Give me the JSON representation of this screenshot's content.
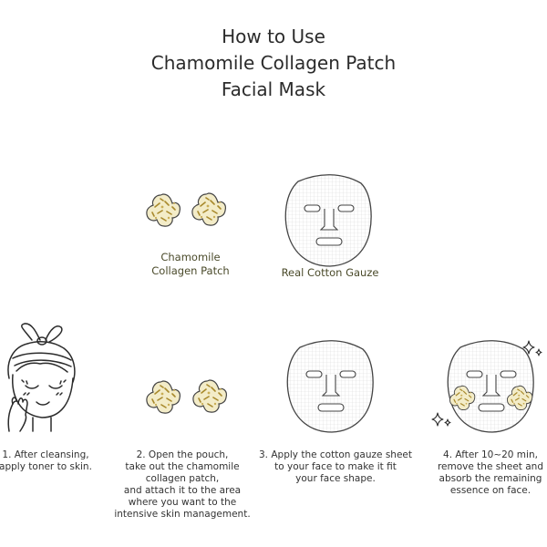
{
  "title": {
    "line1": "How to Use",
    "line2": "Chamomile Collagen Patch",
    "line3": "Facial Mask"
  },
  "labels": {
    "patch_line1": "Chamomile",
    "patch_line2": "Collagen Patch",
    "gauze": "Real Cotton Gauze"
  },
  "steps": [
    {
      "lines": [
        "1. After cleansing,",
        "apply toner to skin."
      ]
    },
    {
      "lines": [
        "2. Open the pouch,",
        "take out the chamomile",
        "collagen patch,",
        "and attach it to the area",
        "where you want to the",
        "intensive skin management."
      ]
    },
    {
      "lines": [
        "3. Apply the cotton gauze sheet",
        "to your face to make it fit",
        "your face shape."
      ]
    },
    {
      "lines": [
        "4. After 10~20 min,",
        "remove the sheet and",
        "absorb the remaining",
        "essence on face."
      ]
    }
  ],
  "colors": {
    "patch_fill": "#f3ecc8",
    "patch_spots": "#b79a3a",
    "line": "#444444"
  }
}
